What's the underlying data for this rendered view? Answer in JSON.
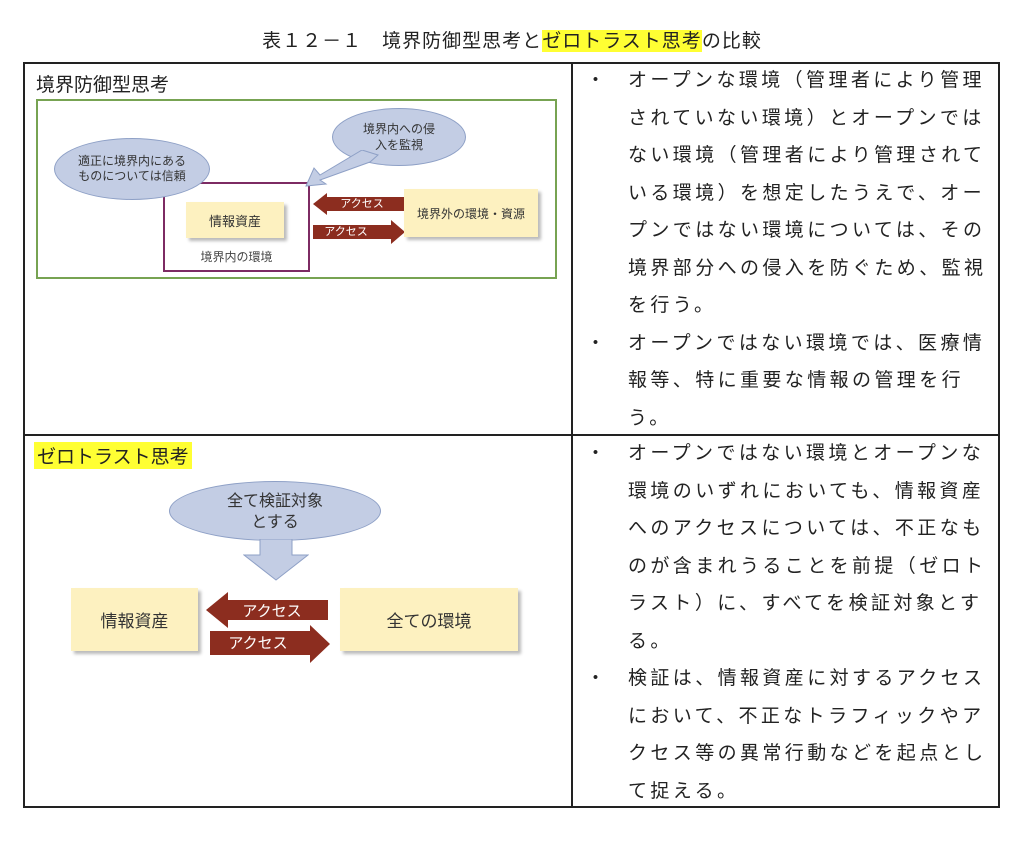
{
  "title": {
    "prefix": "表１２－１　境界防御型思考と",
    "highlight": "ゼロトラスト思考",
    "suffix": "の比較"
  },
  "rows": [
    {
      "heading": "境界防御型思考",
      "diagram": {
        "bubble_left": "適正に境界内にあるものについては信頼",
        "bubble_right": "境界内への侵入を監視",
        "asset": "情報資産",
        "inner_label": "境界内の環境",
        "access_in": "アクセス",
        "access_out": "アクセス",
        "outside": "境界外の環境・資源"
      },
      "bullets": [
        {
          "mark": "・",
          "lines": [
            "オープンな環境（管理者により管理",
            "されていない環境）とオープンでは",
            "ない環境（管理者により管理されて",
            "いる環境）を想定したうえで、オー",
            "プンではない環境については、その",
            "境界部分への侵入を防ぐため、監視",
            "を行う。"
          ]
        },
        {
          "mark": "・",
          "lines": [
            "オープンではない環境では、医療情",
            "報等、特に重要な情報の管理を行",
            "う。"
          ]
        }
      ]
    },
    {
      "heading": "ゼロトラスト思考",
      "diagram": {
        "bubble": "全て検証対象とする",
        "asset": "情報資産",
        "access_in": "アクセス",
        "access_out": "アクセス",
        "env": "全ての環境"
      },
      "bullets": [
        {
          "mark": "・",
          "lines": [
            "オープンではない環境とオープンな",
            "環境のいずれにおいても、情報資産",
            "へのアクセスについては、不正なも",
            "のが含まれうることを前提（ゼロト",
            "ラスト）に、すべてを検証対象とす",
            "る。"
          ]
        },
        {
          "mark": "・",
          "lines": [
            "検証は、情報資産に対するアクセス",
            "において、不正なトラフィックやア",
            "クセス等の異常行動などを起点とし",
            "て捉える。"
          ]
        }
      ]
    }
  ]
}
